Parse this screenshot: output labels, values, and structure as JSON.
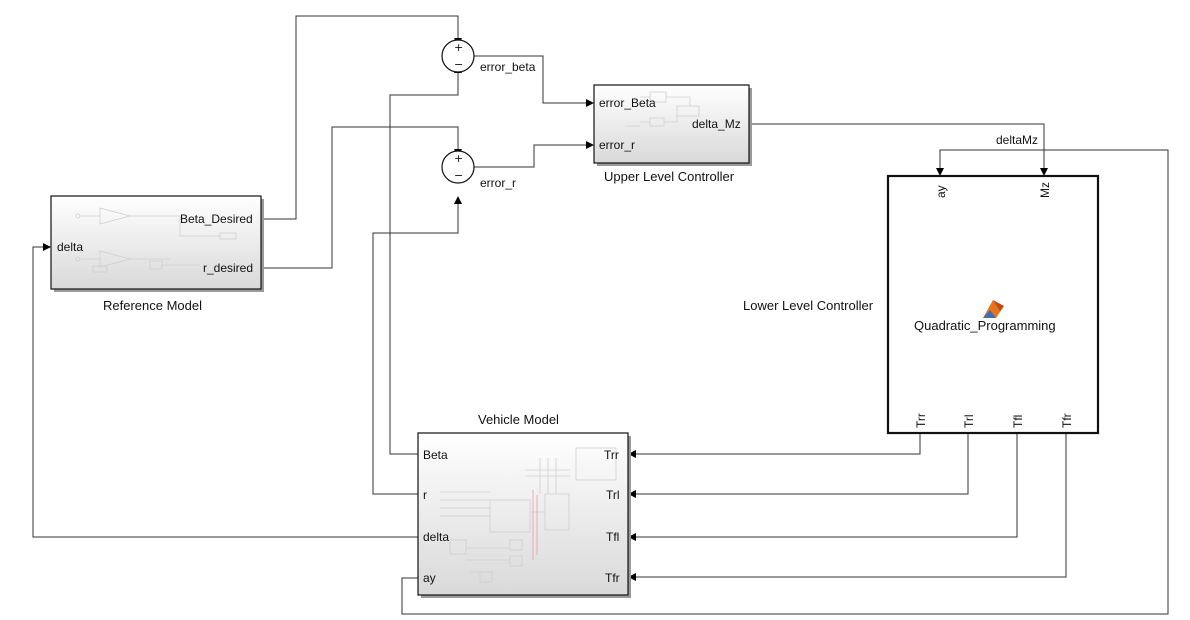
{
  "blocks": {
    "reference_model": {
      "title": "Reference Model",
      "in_delta": "delta",
      "out_beta": "Beta_Desired",
      "out_r": "r_desired"
    },
    "upper_controller": {
      "title": "Upper Level Controller",
      "in_error_beta": "error_Beta",
      "in_error_r": "error_r",
      "out_delta_mz": "delta_Mz"
    },
    "lower_controller": {
      "title": "Lower Level Controller",
      "function_name": "Quadratic_Programming",
      "in_ay": "ay",
      "in_mz": "Mz",
      "out_trr": "Trr",
      "out_trl": "Trl",
      "out_tfl": "Tfl",
      "out_tfr": "Tfr"
    },
    "vehicle_model": {
      "title": "Vehicle Model",
      "out_beta": "Beta",
      "out_r": "r",
      "out_delta": "delta",
      "out_ay": "ay",
      "in_trr": "Trr",
      "in_trl": "Trl",
      "in_tfl": "Tfl",
      "in_tfr": "Tfr"
    }
  },
  "sums": {
    "sum_beta": {
      "plus": "+",
      "minus": "−"
    },
    "sum_r": {
      "plus": "+",
      "minus": "−"
    }
  },
  "signals": {
    "error_beta": "error_beta",
    "error_r": "error_r",
    "delta_mz": "deltaMz"
  },
  "colors": {
    "block_top": "#ffffff",
    "block_bottom": "#d9d9d9",
    "wire": "#333333",
    "matlab_logo": "#e8731a"
  }
}
